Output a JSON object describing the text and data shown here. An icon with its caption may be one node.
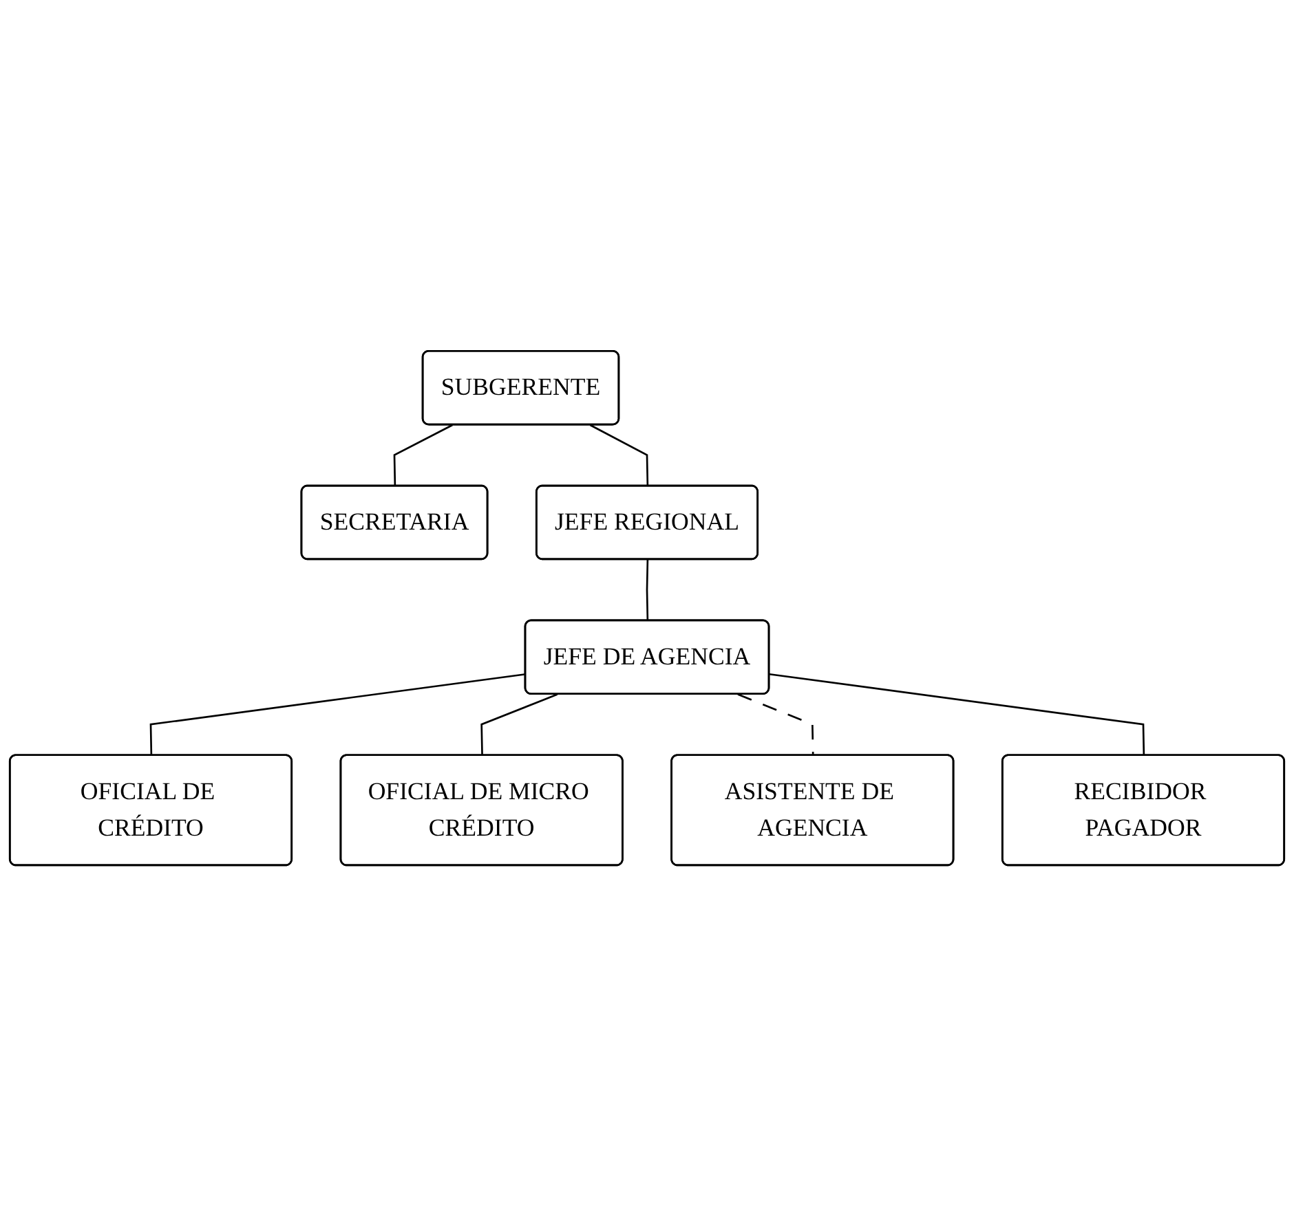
{
  "diagram": {
    "nodes": [
      {
        "text": [
          "SUBGERENTE"
        ]
      },
      {
        "text": [
          "SECRETARIA"
        ]
      },
      {
        "text": [
          "JEFE REGIONAL"
        ]
      },
      {
        "text": [
          "JEFE DE AGENCIA"
        ]
      },
      {
        "text": [
          "OFICIAL DE CRÉDITO"
        ]
      },
      {
        "text": [
          "OFICIAL DE MICRO CRÉDITO"
        ]
      },
      {
        "text": [
          "ASISTENTE DE AGENCIA"
        ]
      },
      {
        "text": [
          "RECIBIDOR PAGADOR"
        ]
      }
    ],
    "edges": [
      {
        "from": 0,
        "to": 1,
        "arrow": "none"
      },
      {
        "from": 0,
        "to": 2,
        "arrow": "none"
      },
      {
        "from": 2,
        "to": 3,
        "arrow": "none"
      },
      {
        "from": 3,
        "to": 4,
        "arrow": "none"
      },
      {
        "from": 3,
        "to": 5,
        "arrow": "none"
      },
      {
        "from": 3,
        "to": 6,
        "arrow": "none",
        "style": "dashed"
      },
      {
        "from": 3,
        "to": 7,
        "arrow": "none"
      }
    ]
  }
}
